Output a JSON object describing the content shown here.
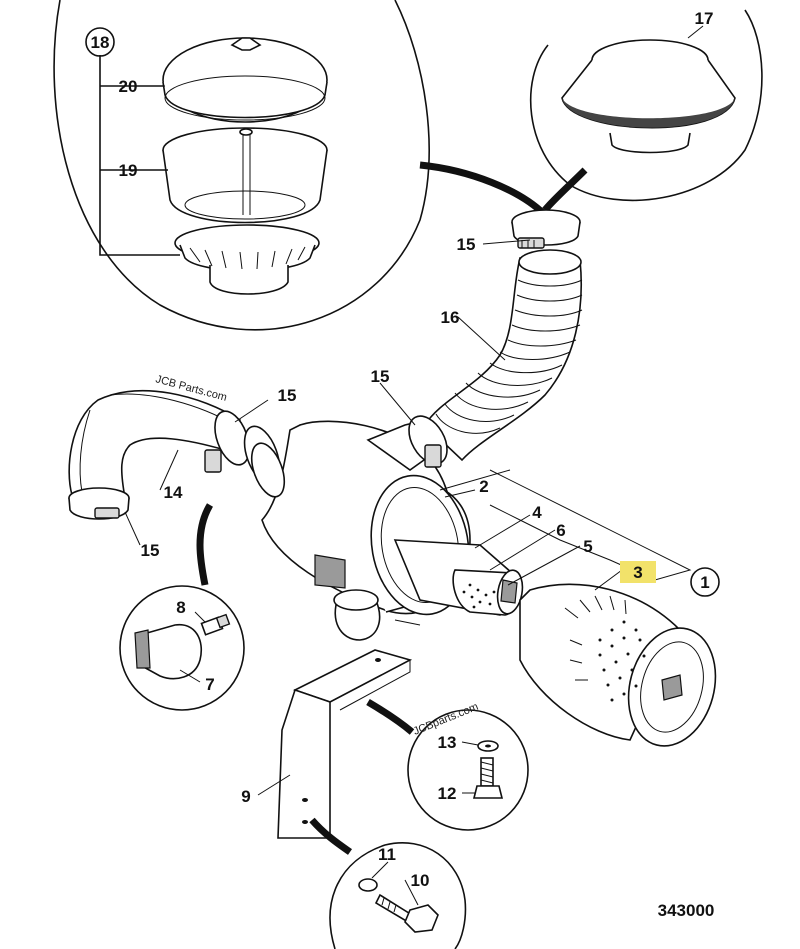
{
  "diagram": {
    "drawing_number": "343000",
    "labels": {
      "p1": "1",
      "p2": "2",
      "p3": "3",
      "p4": "4",
      "p5": "5",
      "p6": "6",
      "p7": "7",
      "p8": "8",
      "p9": "9",
      "p10": "10",
      "p11": "11",
      "p12": "12",
      "p13": "13",
      "p14": "14",
      "p15a": "15",
      "p15b": "15",
      "p15c": "15",
      "p15d": "15",
      "p16": "16",
      "p17": "17",
      "p18": "18",
      "p19": "19",
      "p20": "20"
    },
    "watermark_1": "JCB Parts.com",
    "watermark_2": "JCBparts.com",
    "highlight_color": "#f2e26a"
  }
}
